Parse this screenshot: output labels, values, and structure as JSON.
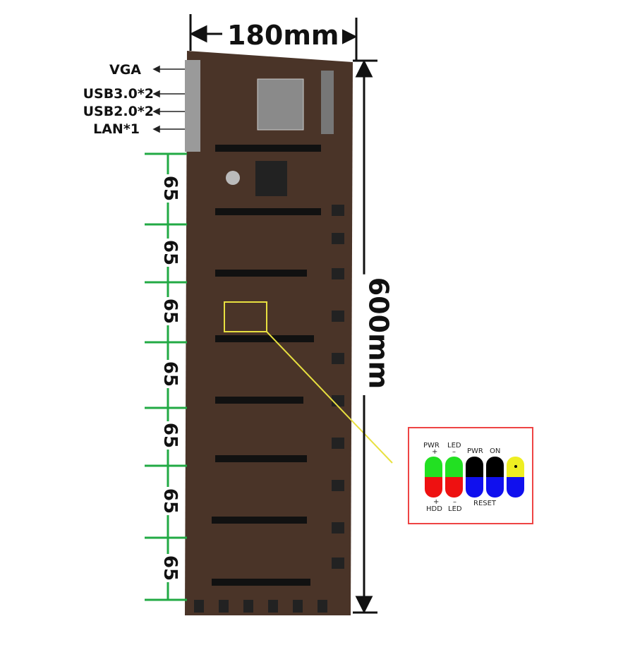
{
  "ports": {
    "vga": "VGA",
    "usb3": "USB3.0*2",
    "usb2": "USB2.0*2",
    "lan": "LAN*1"
  },
  "dimensions": {
    "width": "180mm",
    "height": "600mm",
    "slot_spacing": [
      "65",
      "65",
      "65",
      "65",
      "65",
      "65",
      "65"
    ]
  },
  "inset": {
    "top_labels": {
      "pwr_plus": "PWR",
      "plus1": "+",
      "led_minus": "LED",
      "minus1": "–",
      "pwr": "PWR",
      "on": "ON"
    },
    "bottom_labels": {
      "plus2": "+",
      "hdd": "HDD",
      "minus2": "–",
      "led": "LED",
      "reset": "RESET"
    },
    "colors": {
      "green": "#22e022",
      "red": "#ee1111",
      "black": "#000000",
      "blue": "#1010ee",
      "yellow": "#eeee22"
    }
  },
  "colors": {
    "board": "#4a3428",
    "dimension_green": "#22aa44",
    "leader_yellow": "#e8e040"
  }
}
